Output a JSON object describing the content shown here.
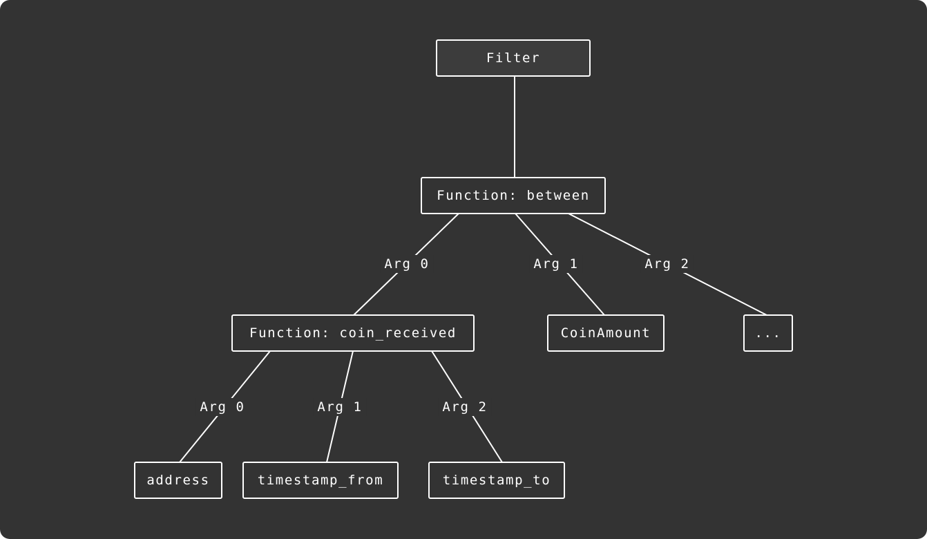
{
  "diagram": {
    "nodes": {
      "filter": "Filter",
      "between": "Function: between",
      "coin_received": "Function: coin_received",
      "coin_amount": "CoinAmount",
      "ellipsis": "...",
      "address": "address",
      "timestamp_from": "timestamp_from",
      "timestamp_to": "timestamp_to"
    },
    "edge_labels": {
      "between_arg0": "Arg 0",
      "between_arg1": "Arg 1",
      "between_arg2": "Arg 2",
      "coin_arg0": "Arg 0",
      "coin_arg1": "Arg 1",
      "coin_arg2": "Arg 2"
    }
  },
  "colors": {
    "background": "#333333",
    "stroke": "#ffffff",
    "text": "#ffffff"
  }
}
